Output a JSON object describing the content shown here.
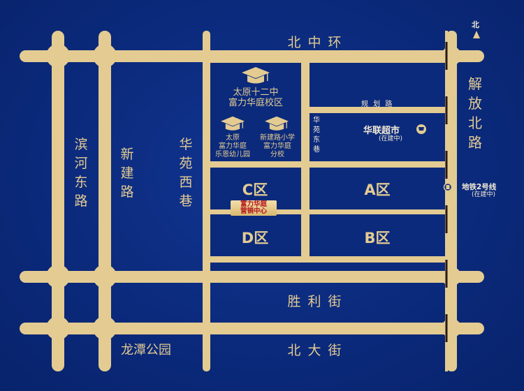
{
  "map": {
    "compass": "北",
    "roads": {
      "bei_zhong_huan": "北中环",
      "sheng_li_jie": "胜利街",
      "bei_da_jie": "北大街",
      "bin_he_dong_lu": "滨河东路",
      "xin_jian_lu": "新建路",
      "hua_yuan_xi_xiang": "华苑西巷",
      "hua_yuan_dong_xiang": "华苑东巷",
      "jie_fang_bei_lu": "解放北路",
      "gui_hua_lu": "规 划 路"
    },
    "park": "龙潭公园",
    "zones": {
      "a": "A区",
      "b": "B区",
      "c": "C区",
      "d": "D区"
    },
    "schools": {
      "main": [
        "太原十二中",
        "富力华庭校区"
      ],
      "kindergarten": [
        "太原",
        "富力华庭",
        "乐恩幼儿园"
      ],
      "primary": [
        "新建路小学",
        "富力华庭",
        "分校"
      ]
    },
    "supermarket": {
      "name": "华联超市",
      "status": "(在建中)"
    },
    "metro": {
      "name": "地铁2号线",
      "status": "(在建中)"
    },
    "sales_center": [
      "富力华庭",
      "营销中心"
    ],
    "colors": {
      "background": "#0b2a7c",
      "road": "#e3cb92",
      "sales_text": "#b3121b"
    }
  }
}
